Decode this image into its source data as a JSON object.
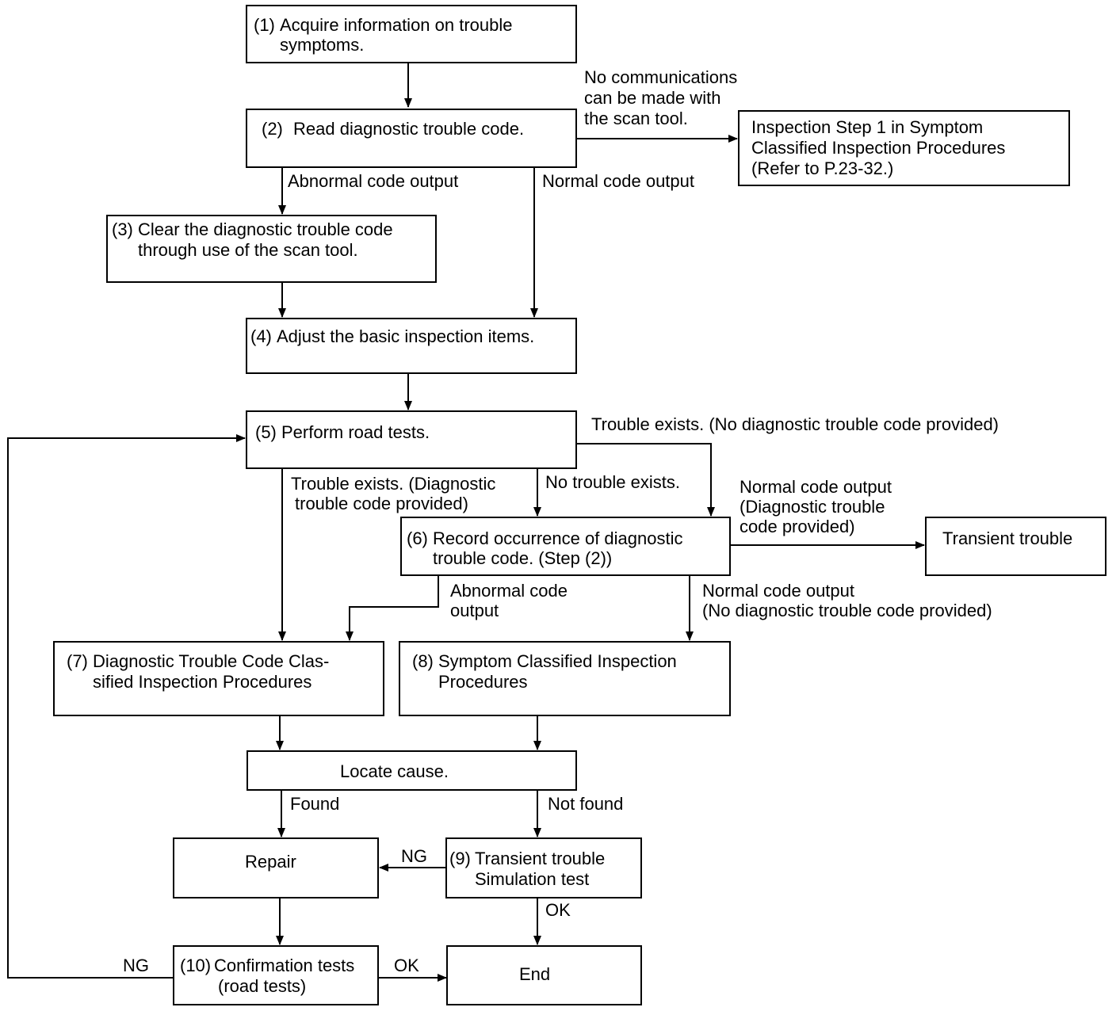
{
  "steps": {
    "s1": {
      "num": "(1)",
      "line1": "Acquire information on trouble",
      "line2": "symptoms."
    },
    "s2": {
      "num": "(2)",
      "line1": "Read diagnostic trouble code."
    },
    "s3": {
      "num": "(3)",
      "line1": "Clear the diagnostic trouble code",
      "line2": "through use of the scan tool."
    },
    "s4": {
      "num": "(4)",
      "line1": "Adjust the basic inspection items."
    },
    "s5": {
      "num": "(5)",
      "line1": "Perform road tests."
    },
    "s6": {
      "num": "(6)",
      "line1": "Record occurrence of diagnostic",
      "line2": "trouble code.  (Step (2))"
    },
    "s7": {
      "num": "(7)",
      "line1": "Diagnostic Trouble Code Clas-",
      "line2": "sified Inspection Procedures"
    },
    "s8": {
      "num": "(8)",
      "line1": "Symptom Classified Inspection",
      "line2": "Procedures"
    },
    "s9": {
      "num": "(9)",
      "line1": "Transient trouble",
      "line2": "Simulation test"
    },
    "s10": {
      "num": "(10)",
      "line1": "Confirmation tests",
      "line2": "(road tests)"
    },
    "inspection": {
      "line1": "Inspection Step 1 in Symptom",
      "line2": "Classified Inspection Procedures",
      "line3": "(Refer to P.23-32.)"
    },
    "transient": "Transient trouble",
    "locate": "Locate cause.",
    "repair": "Repair",
    "end": "End"
  },
  "labels": {
    "no_comm": [
      "No communications",
      "can be made with",
      "the scan tool."
    ],
    "abnormal_2": "Abnormal code output",
    "normal_2": "Normal code output",
    "trouble_no_code": "Trouble exists. (No diagnostic trouble code provided)",
    "trouble_code": [
      "Trouble exists. (Diagnostic",
      "trouble code provided)"
    ],
    "no_trouble": "No trouble exists.",
    "normal_6_top": [
      "Normal code output",
      "(Diagnostic trouble",
      "code provided)"
    ],
    "abnormal_6": [
      "Abnormal code",
      "output"
    ],
    "normal_6_bottom": [
      "Normal code output",
      "(No diagnostic trouble code provided)"
    ],
    "found": "Found",
    "not_found": "Not found",
    "ng_9": "NG",
    "ok_9": "OK",
    "ng_10": "NG",
    "ok_10": "OK"
  }
}
